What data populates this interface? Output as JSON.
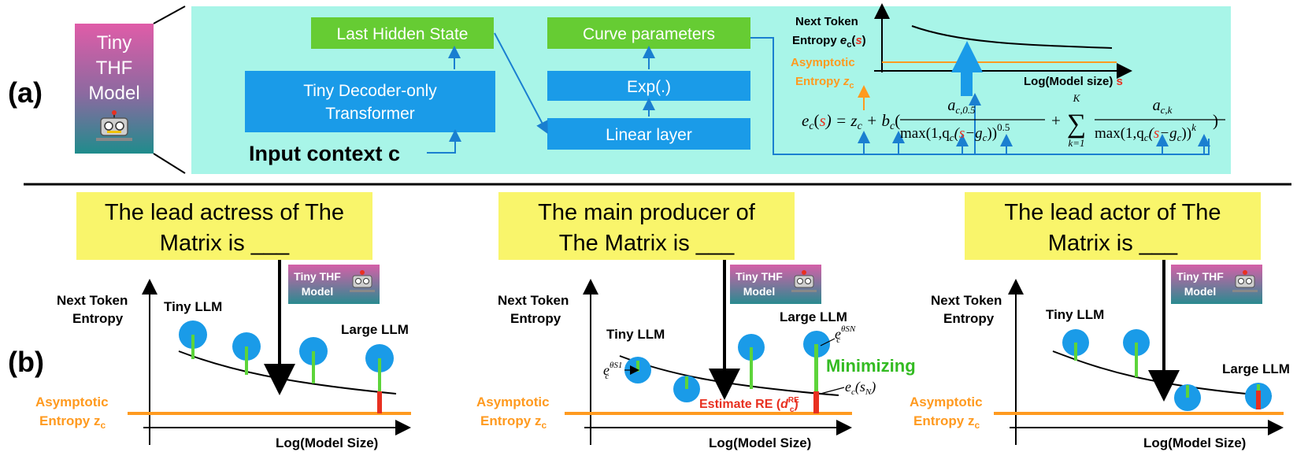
{
  "panel_a": {
    "label": "(a)",
    "badge": {
      "line1": "Tiny",
      "line2": "THF",
      "line3": "Model"
    },
    "boxes": {
      "last_hidden_state": "Last Hidden State",
      "tiny_transformer_line1": "Tiny Decoder-only",
      "tiny_transformer_line2": "Transformer",
      "curve_parameters": "Curve parameters",
      "exp": "Exp(.)",
      "linear_layer": "Linear layer"
    },
    "input_context": "Input context c",
    "mini_plot": {
      "ylabel_line1": "Next Token",
      "ylabel_line2_prefix": "Entropy ",
      "ylabel_e": "e",
      "ylabel_sub": "c",
      "ylabel_open": "(",
      "ylabel_s": "s",
      "ylabel_close": ")",
      "asym_line1": "Asymptotic",
      "asym_line2_prefix": "Entropy ",
      "asym_z": "z",
      "asym_sub": "c",
      "xlabel": "Log(Model size) ",
      "xlabel_s": "s"
    },
    "formula": {
      "lhs_e": "e",
      "lhs_c": "c",
      "s": "s",
      "equals_z": ") = z",
      "plus_b": " + b",
      "open_paren": "(",
      "num1": "a",
      "num1_sub": "c,0.5",
      "den1_prefix": "max(1,q",
      "den1_minus_g": "−g",
      "den1_suffix": "))",
      "den1_pow": "0.5",
      "plus": "+",
      "sum_top": "K",
      "sum_bottom": "k=1",
      "num2": "a",
      "num2_sub": "c,k",
      "den2_pow": "k",
      "close_paren": ")",
      "c": "c"
    }
  },
  "panel_b": {
    "label": "(b)",
    "thf_badge": {
      "line1": "Tiny THF",
      "line2": "Model"
    },
    "panels": [
      {
        "prompt_line1": "The lead actress of The",
        "prompt_line2": "Matrix is ___",
        "ylabel_line1": "Next Token",
        "ylabel_line2": "Entropy",
        "asym_line1": "Asymptotic",
        "asym_line2": "Entropy z",
        "asym_sub": "c",
        "xlabel": "Log(Model Size)",
        "tiny_label": "Tiny LLM",
        "large_label": "Large LLM"
      },
      {
        "prompt_line1": "The main producer of",
        "prompt_line2": "The Matrix is ___",
        "ylabel_line1": "Next Token",
        "ylabel_line2": "Entropy",
        "asym_line1": "Asymptotic",
        "asym_line2": "Entropy z",
        "asym_sub": "c",
        "xlabel": "Log(Model Size)",
        "tiny_label": "Tiny LLM",
        "large_label": "Large LLM",
        "minimizing": "Minimizing",
        "estimate_re": "Estimate RE (",
        "estimate_re_d": "d",
        "estimate_re_sup": "RE",
        "estimate_re_sub": "c",
        "estimate_re_close": ")",
        "e_theta_s1": "e",
        "e_theta_s1_sup": "θS1",
        "e_theta_sn": "e",
        "e_theta_sn_sup": "θSN",
        "e_c_sn": "e",
        "e_c_sn_arg": "(s",
        "e_c_sn_argsub": "N",
        "e_c_sn_close": ")",
        "sub_c": "c"
      },
      {
        "prompt_line1": "The lead actor of The",
        "prompt_line2": "Matrix is ___",
        "ylabel_line1": "Next Token",
        "ylabel_line2": "Entropy",
        "asym_line1": "Asymptotic",
        "asym_line2": "Entropy z",
        "asym_sub": "c",
        "xlabel": "Log(Model Size)",
        "tiny_label": "Tiny LLM",
        "large_label": "Large LLM"
      }
    ]
  },
  "colors": {
    "panel_bg": "#a8f5e8",
    "green_box": "#66cc33",
    "blue_box": "#1a9be8",
    "blue_line": "#1a7fd0",
    "orange": "#ff9a1f",
    "red": "#e83020",
    "green_bar": "#5dd43a",
    "yellow": "#f9f56b",
    "badge_top": "#e060a8",
    "badge_bottom": "#1f8c8c",
    "circle": "#1a9be8"
  }
}
